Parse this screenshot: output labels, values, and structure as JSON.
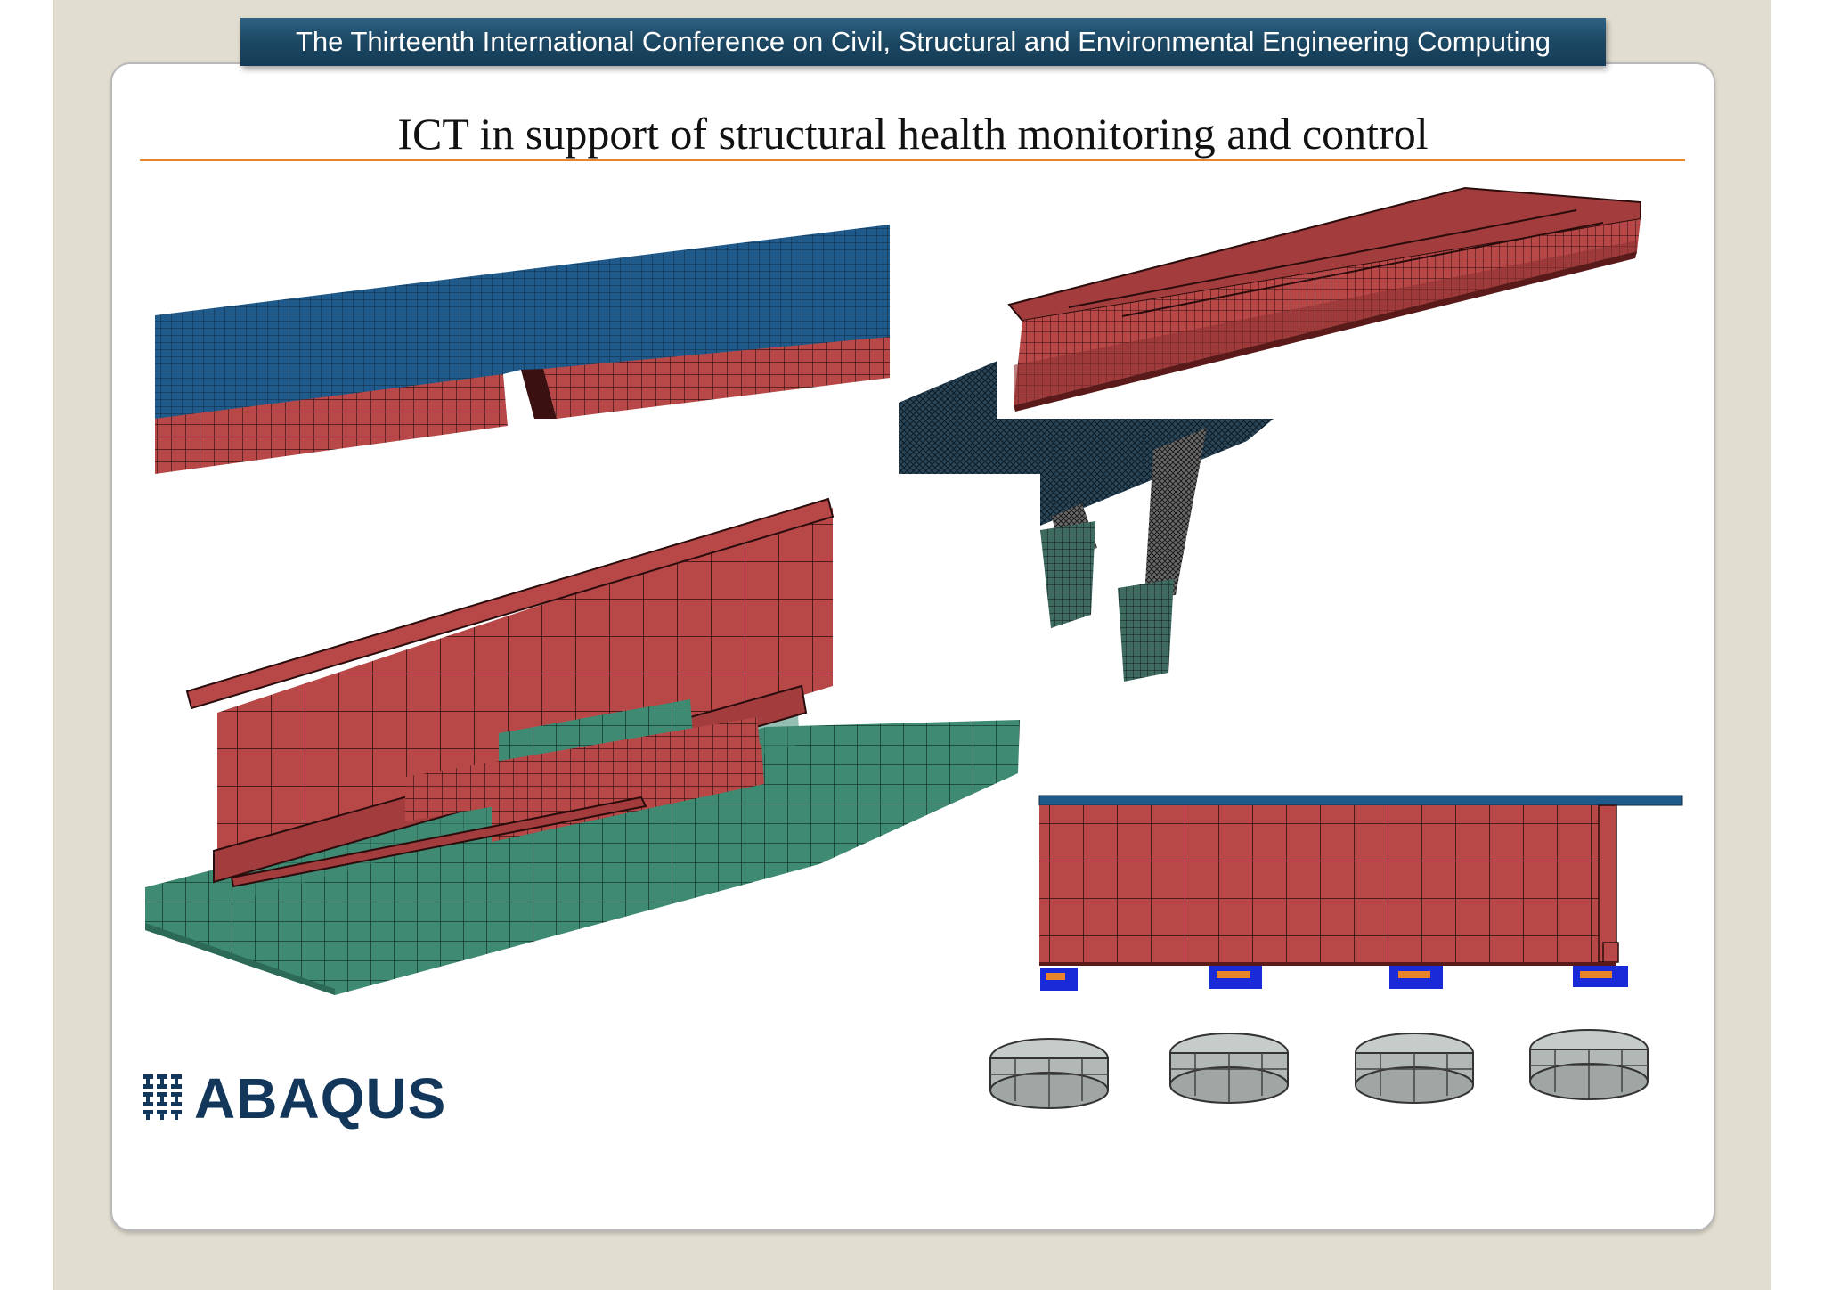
{
  "header": {
    "conference": "The Thirteenth International Conference on Civil, Structural and Environmental Engineering Computing"
  },
  "slide": {
    "title": "ICT in support of structural health monitoring and control"
  },
  "logo": {
    "text": "ABAQUS"
  },
  "colors": {
    "banner": "#1d4965",
    "rule": "#e8852a",
    "deck_blue": "#1f5a8a",
    "girder_red": "#b84848",
    "abutment_green": "#3e8a73",
    "bearing_grey": "#b9bfbc",
    "logo_navy": "#12375a"
  },
  "figures": {
    "top_left": "deck-section-mesh",
    "top_right": "box-girder-and-piers-mesh",
    "bottom_left": "girder-on-abutment-mesh",
    "bottom_right": "girder-elevation-with-bearings"
  }
}
